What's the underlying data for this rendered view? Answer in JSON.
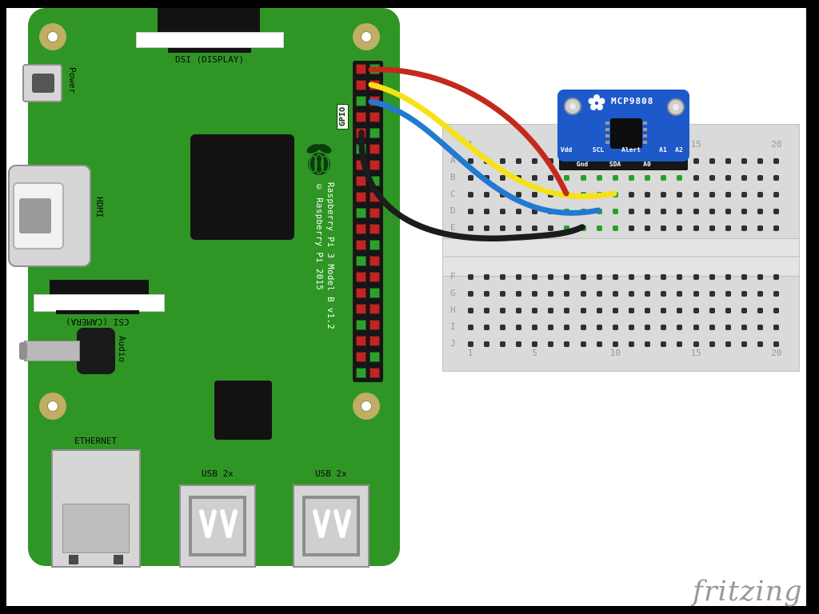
{
  "watermark": "fritzing",
  "pi": {
    "board_color": "#2f9625",
    "dsi_label": "DSI (DISPLAY)",
    "power_label": "Power",
    "hdmi_label": "HDMI",
    "csi_label": "CSI (CAMERA)",
    "audio_label": "Audio",
    "ethernet_label": "ETHERNET",
    "usb1_label": "USB 2x",
    "usb2_label": "USB 2x",
    "gpio_label": "GPIO",
    "board_title": "Raspberry Pi 3 Model B v1.2",
    "board_copyright": "© Raspberry Pi 2015"
  },
  "sensor": {
    "board_color": "#1d59c9",
    "title": "MCP9808",
    "pin_labels_row1": [
      "Vdd",
      "SCL",
      "Alert",
      "A1",
      "A2"
    ],
    "pin_labels_row2": [
      "Gnd",
      "SDA",
      "A0"
    ]
  },
  "breadboard": {
    "column_numbers": [
      "1",
      "5",
      "10",
      "15",
      "20"
    ],
    "row_letters_top": [
      "A",
      "B",
      "C",
      "D",
      "E"
    ],
    "row_letters_bottom": [
      "F",
      "G",
      "H",
      "I",
      "J"
    ]
  },
  "wires": [
    {
      "name": "red-wire",
      "color": "#c42a1c"
    },
    {
      "name": "yellow-wire",
      "color": "#f7e117"
    },
    {
      "name": "blue-wire",
      "color": "#2279d0"
    },
    {
      "name": "black-wire",
      "color": "#1c1c1c"
    }
  ]
}
